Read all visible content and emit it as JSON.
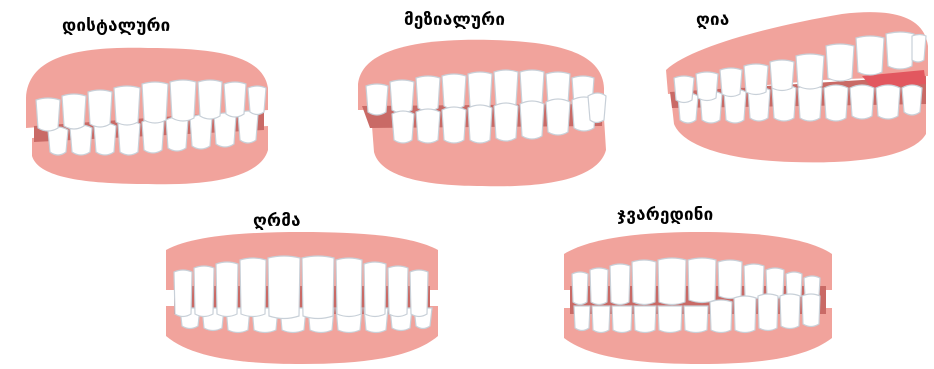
{
  "labels": {
    "distal": "დისტალური",
    "mesial": "მეზიალური",
    "open": "ღია",
    "deep": "ღრმა",
    "cross": "ჯვარედინი"
  },
  "colors": {
    "gum": "#F1A39C",
    "gum_dark": "#E8857F",
    "gum_inner": "#C96A66",
    "tooth": "#FFFFFF",
    "tooth_shadow": "#DDE3E8",
    "tooth_outline": "#C8D0D8",
    "tongue": "#E2575F"
  },
  "icons": {
    "distal": "distal-bite-teeth-illustration",
    "mesial": "mesial-bite-teeth-illustration",
    "open": "open-bite-teeth-illustration",
    "deep": "deep-bite-teeth-illustration",
    "cross": "cross-bite-teeth-illustration"
  }
}
